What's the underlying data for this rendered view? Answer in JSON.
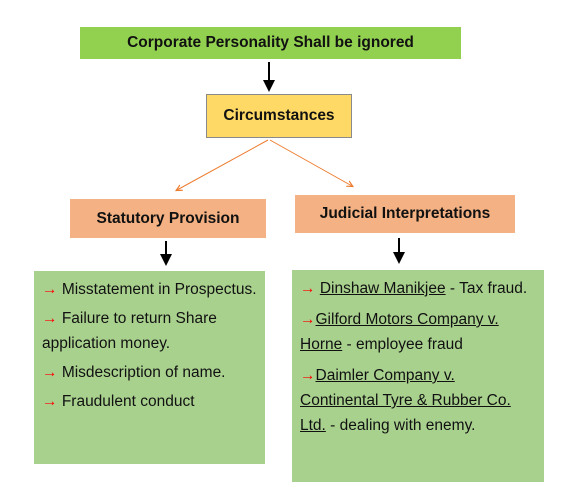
{
  "top": "Corporate Personality Shall be ignored",
  "middle": "Circumstances",
  "left_heading": "Statutory Provision",
  "right_heading": "Judicial Interpretations",
  "arrow_glyph": "→",
  "left_items": [
    "Misstatement in Prospectus.",
    "Failure to return Share application money.",
    "Misdescription of name.",
    "Fraudulent conduct"
  ],
  "right_items": [
    {
      "case": "Dinshaw Manikjee",
      "detail": " - Tax fraud."
    },
    {
      "case": "Gilford Motors Company v. Horne",
      "detail": " - employee fraud"
    },
    {
      "case": "Daimler Company v. Continental Tyre & Rubber Co. Ltd.",
      "detail": " - dealing with enemy."
    }
  ],
  "colors": {
    "top_box": "#92d050",
    "middle_box": "#ffd966",
    "heading_boxes": "#f4b183",
    "list_boxes": "#a9d18e",
    "bullet_arrow": "#ff0000",
    "branch_lines": "#ed7d31"
  }
}
